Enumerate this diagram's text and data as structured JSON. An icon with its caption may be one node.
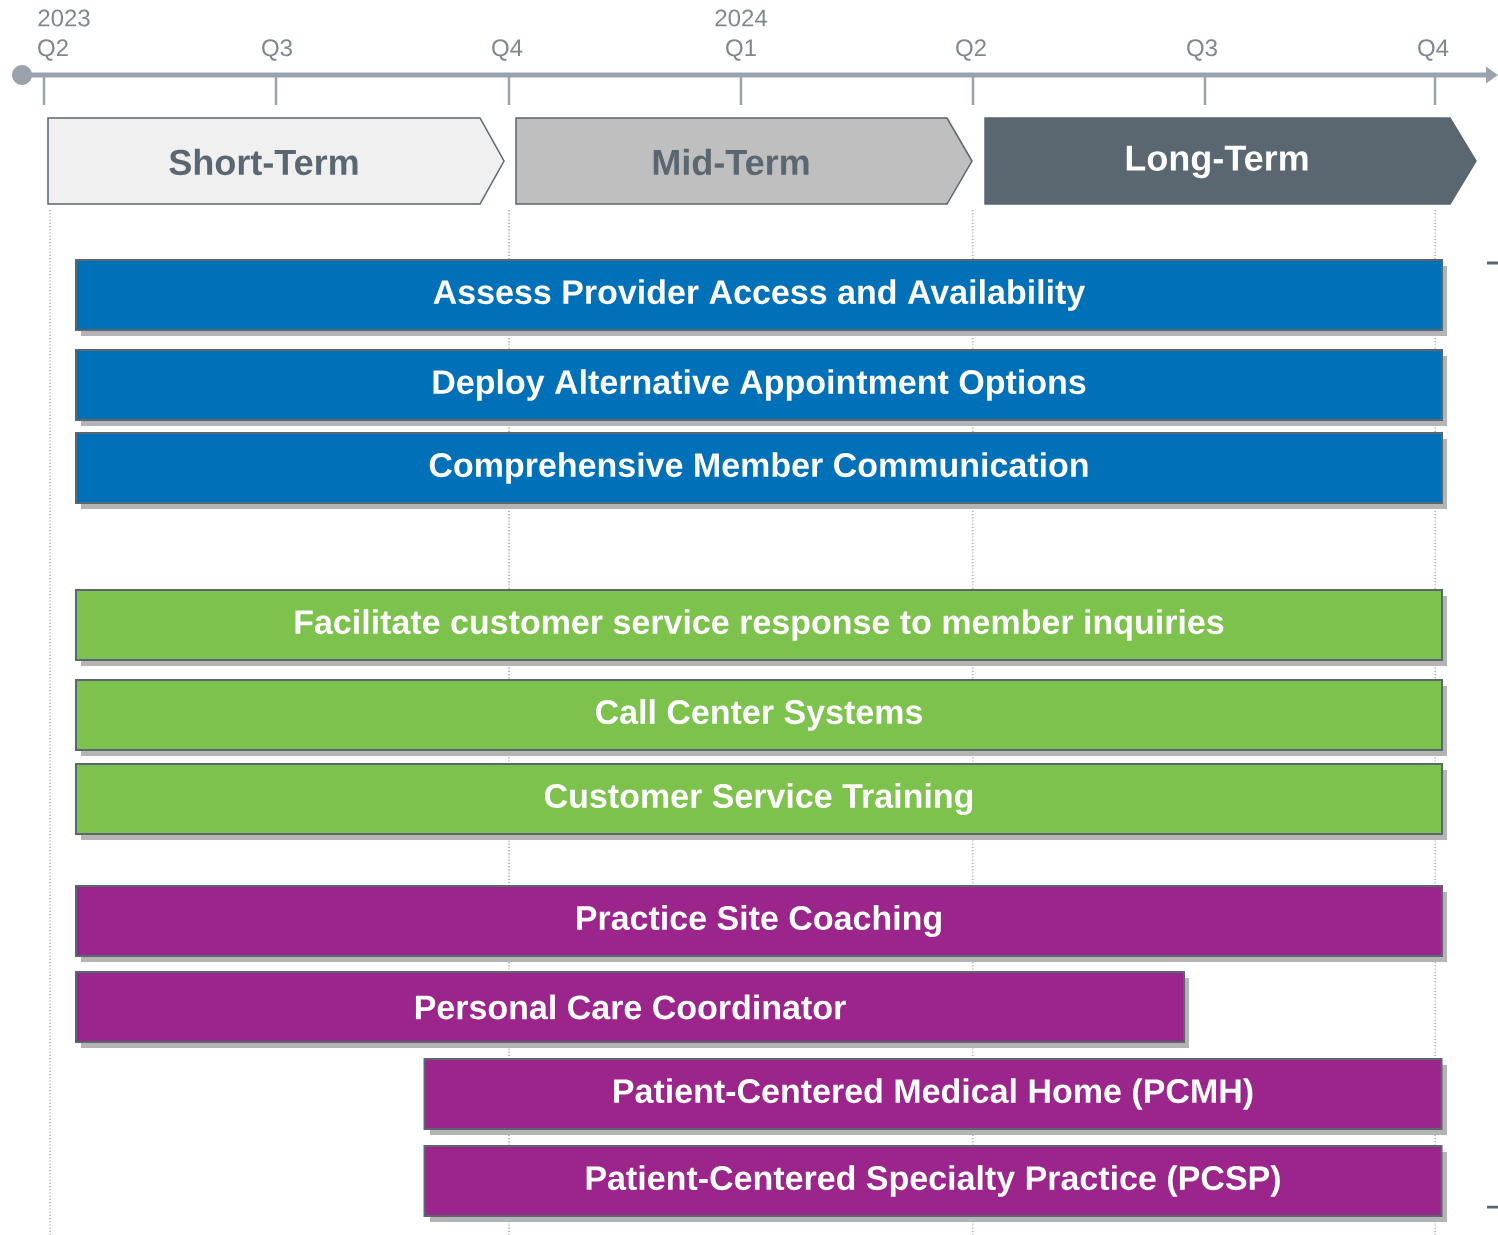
{
  "diagram": {
    "nodes": [
      {
        "text": [
          "Short-Term"
        ]
      },
      {
        "text": [
          "Mid-Term"
        ]
      },
      {
        "text": [
          "Long-Term"
        ]
      },
      {
        "text": [
          "Assess Provider Access and Availability"
        ]
      },
      {
        "text": [
          "Deploy Alternative Appointment Options"
        ]
      },
      {
        "text": [
          "Comprehensive Member Communication"
        ]
      },
      {
        "text": [
          "Facilitate customer service response to member inquiries"
        ]
      },
      {
        "text": [
          "Call Center Systems"
        ]
      },
      {
        "text": [
          "Customer Service Training"
        ]
      },
      {
        "text": [
          "Practice Site Coaching"
        ]
      },
      {
        "text": [
          "Personal Care Coordinator"
        ]
      },
      {
        "text": [
          "Patient-Centered Medical Home (PCMH)"
        ]
      },
      {
        "text": [
          "Patient-Centered Specialty Practice (PCSP)"
        ]
      }
    ],
    "labels": [
      "2023",
      "Q2",
      "Q3",
      "Q4",
      "2024",
      "Q1",
      "Q2",
      "Q3",
      "Q4"
    ]
  }
}
